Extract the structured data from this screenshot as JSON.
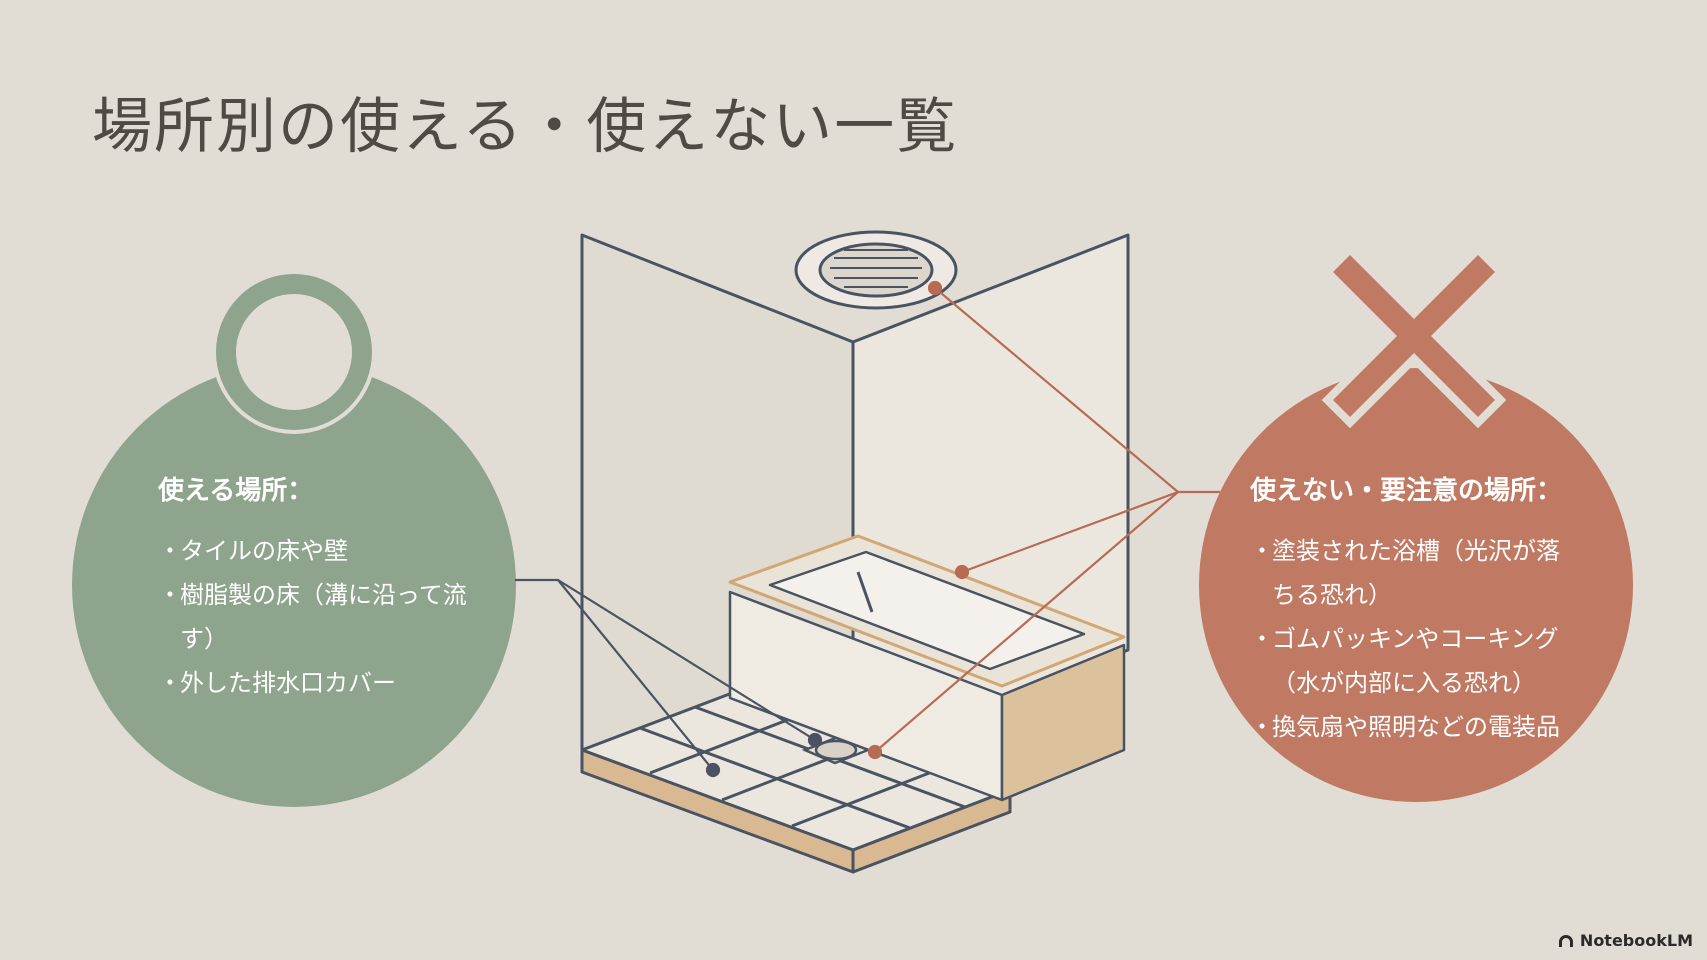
{
  "title": "場所別の使える・使えない一覧",
  "ok_panel": {
    "heading": "使える場所：",
    "items": [
      "タイルの床や壁",
      "樹脂製の床（溝に沿って流す）",
      "外した排水口カバー"
    ],
    "color": "#8fa48c",
    "icon": "circle-mark-icon"
  },
  "ng_panel": {
    "heading": "使えない・要注意の場所：",
    "items": [
      "塗装された浴槽（光沢が落ちる恐れ）",
      "ゴムパッキンやコーキング（水が内部に入る恐れ）",
      "換気扇や照明などの電装品"
    ],
    "color": "#c07a63",
    "icon": "cross-mark-icon"
  },
  "brand": "NotebookLM"
}
